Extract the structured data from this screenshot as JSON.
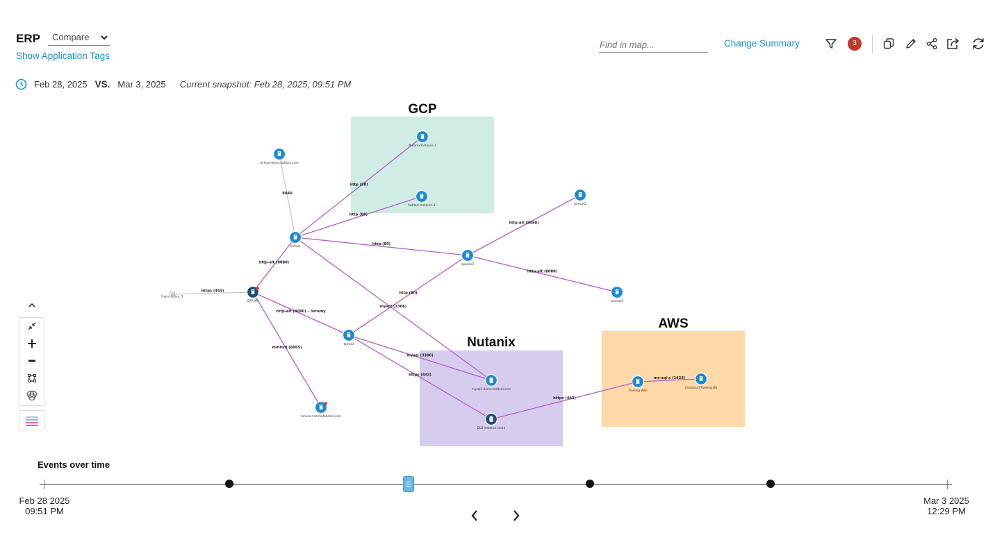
{
  "header": {
    "app_title": "ERP",
    "compare_label": "Compare",
    "show_tags_label": "Show Application Tags",
    "find_placeholder": "Find in map...",
    "change_summary_label": "Change Summary",
    "filter_count": "3"
  },
  "snapshot": {
    "date_from": "Feb 28, 2025",
    "vs_label": "VS.",
    "date_to": "Mar 3, 2025",
    "current": "Current snapshot: Feb 28, 2025, 09:51 PM"
  },
  "regions": {
    "gcp": "GCP",
    "nutanix": "Nutanix",
    "aws": "AWS"
  },
  "graph": {
    "colors": {
      "gcp_fill": "#cfece5",
      "nutanix_fill": "#d5ccee",
      "aws_fill": "#ffd9a8",
      "edge": "#b35ec6",
      "edge_plain": "#bbbbbb",
      "node": "#1c8ad4",
      "node_dark": "#1d4f7a",
      "alert": "#e53935"
    },
    "nodes": [
      {
        "id": "lb1",
        "label": "lb-host-demo.faddom.com",
        "icon": "server-icon"
      },
      {
        "id": "g1",
        "label": "Nutanix Instance 1",
        "icon": "server-icon"
      },
      {
        "id": "g2",
        "label": "faddom Instance 2",
        "icon": "server-icon"
      },
      {
        "id": "hub1",
        "label": "tomcat",
        "icon": "server-icon"
      },
      {
        "id": "t2",
        "label": "tomcat2",
        "icon": "server-icon"
      },
      {
        "id": "app2",
        "label": "apache2",
        "icon": "server-icon"
      },
      {
        "id": "t3",
        "label": "tomcat3",
        "icon": "server-icon"
      },
      {
        "id": "erp",
        "label": "ERP-VM",
        "icon": "server-icon"
      },
      {
        "id": "cl",
        "label": "Users Active: 2",
        "icon": "users-icon"
      },
      {
        "id": "t4",
        "label": "tomcat",
        "icon": "server-icon"
      },
      {
        "id": "mysql",
        "label": "mysql1-demo.faddom.com",
        "icon": "database-icon"
      },
      {
        "id": "dbs",
        "label": "DLB Instance cloud",
        "icon": "database-icon"
      },
      {
        "id": "mm",
        "label": "mmuser-demo.faddom.com",
        "icon": "server-icon"
      },
      {
        "id": "aws1",
        "label": "Training Web",
        "icon": "server-icon"
      },
      {
        "id": "aws2",
        "label": "[Instance] Training DB",
        "icon": "server-icon"
      }
    ],
    "edges": [
      {
        "from": "lb1",
        "to": "hub1",
        "label": "8040",
        "plain": true
      },
      {
        "from": "hub1",
        "to": "g1",
        "label": "http (80)"
      },
      {
        "from": "hub1",
        "to": "g2",
        "label": "http (80)"
      },
      {
        "from": "hub1",
        "to": "app2",
        "label": "http (80)"
      },
      {
        "from": "hub1",
        "to": "mysql",
        "label": "mysql (3306)"
      },
      {
        "from": "erp",
        "to": "hub1",
        "label": "http-alt (8080)"
      },
      {
        "from": "cl",
        "to": "erp",
        "label": "https (443)",
        "plain": true
      },
      {
        "from": "erp",
        "to": "t4",
        "label": "http-alt (8080) – 3xremy"
      },
      {
        "from": "erp",
        "to": "mm",
        "label": "mmhub (8065)"
      },
      {
        "from": "t4",
        "to": "app2",
        "label": "http (80)"
      },
      {
        "from": "app2",
        "to": "t2",
        "label": "http-alt (8080)"
      },
      {
        "from": "app2",
        "to": "t3",
        "label": "http-alt (8080)"
      },
      {
        "from": "t4",
        "to": "mysql",
        "label": "mysql (3306)"
      },
      {
        "from": "t4",
        "to": "dbs",
        "label": "https (443)"
      },
      {
        "from": "dbs",
        "to": "aws1",
        "label": "https (443)"
      },
      {
        "from": "aws1",
        "to": "aws2",
        "label": "ms-sql-s (1433)"
      }
    ]
  },
  "map_controls": {
    "collapse_icon": "chevron-up-icon",
    "fit_icon": "fit-screen-icon",
    "zoom_in_icon": "plus-icon",
    "zoom_out_icon": "minus-icon",
    "select_icon": "select-area-icon",
    "layers_icon": "layers-icon",
    "legend_icon": "legend-icon"
  },
  "timeline": {
    "title": "Events over time",
    "start_date": "Feb 28 2025",
    "start_time": "09:51 PM",
    "end_date": "Mar 3 2025",
    "end_time": "12:29 PM",
    "event_markers": 4,
    "current_position": 0.403
  }
}
